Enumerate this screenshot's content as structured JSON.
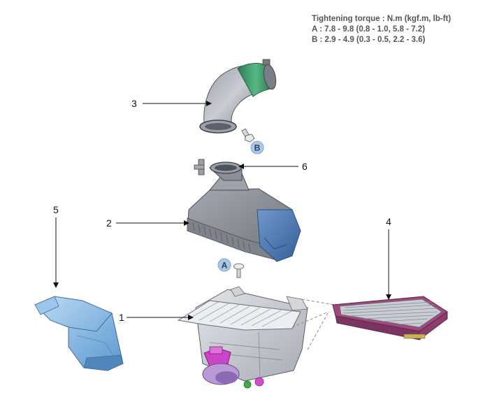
{
  "spec": {
    "title": "Tightening torque : N.m (kgf.m, lb-ft)",
    "line_a": "A : 7.8 - 9.8 (0.8 - 1.0, 5.8 - 7.2)",
    "line_b": "B : 2.9 - 4.9 (0.3 - 0.5, 2.2 - 3.6)"
  },
  "callouts": {
    "c1": "1",
    "c2": "2",
    "c3": "3",
    "c4": "4",
    "c5": "5",
    "c6": "6"
  },
  "badges": {
    "a": "A",
    "b": "B"
  },
  "colors": {
    "part_gray": "#b9bcc3",
    "part_dark": "#8d9099",
    "cover_blue": "#4a78b4",
    "hose_green": "#3e9a6a",
    "duct_blue": "#7fb4e0",
    "filter_purple": "#a0497f",
    "sensor_magenta": "#cc44c8",
    "badge_fill": "#a9c8e6"
  }
}
